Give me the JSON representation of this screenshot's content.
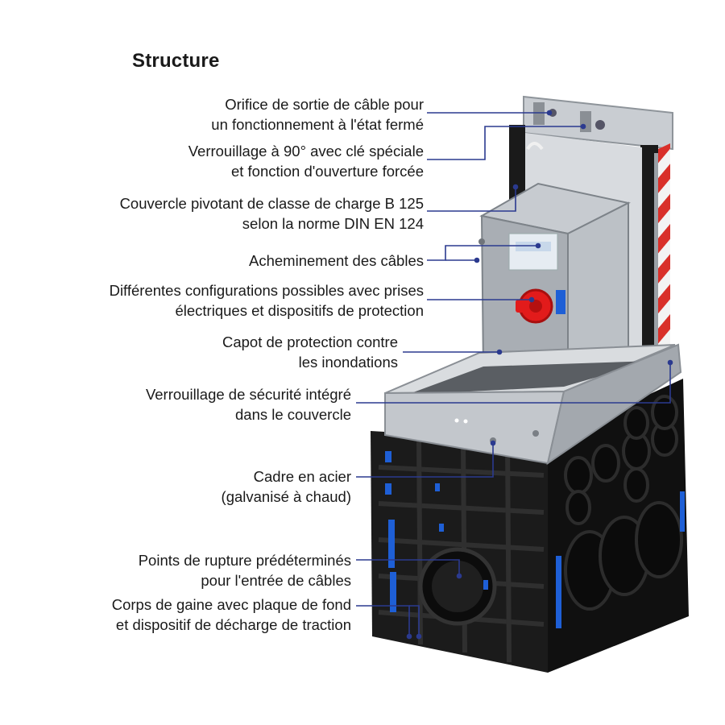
{
  "title": "Structure",
  "colors": {
    "leader_line": "#2b3a8f",
    "accent_blue": "#1e5fd6",
    "socket_red": "#e21b1b",
    "warning_red": "#d9302a",
    "body_black": "#151515",
    "steel": "#b9bec4"
  },
  "labels": [
    {
      "line1": "Orifice de sortie de câble pour",
      "line2": "un fonctionnement à l'état fermé"
    },
    {
      "line1": "Verrouillage à 90° avec clé spéciale",
      "line2": "et fonction d'ouverture forcée"
    },
    {
      "line1": "Couvercle pivotant de classe de charge B 125",
      "line2": "selon la norme DIN EN 124"
    },
    {
      "line1": "Acheminement des câbles"
    },
    {
      "line1": "Différentes configurations possibles avec prises",
      "line2": "électriques et dispositifs de protection"
    },
    {
      "line1": "Capot de protection contre",
      "line2": "les inondations"
    },
    {
      "line1": "Verrouillage de sécurité intégré",
      "line2": "dans le couvercle"
    },
    {
      "line1": "Cadre en acier",
      "line2": "(galvanisé à chaud)"
    },
    {
      "line1": "Points de rupture prédéterminés",
      "line2": "pour l'entrée de câbles"
    },
    {
      "line1": "Corps de gaine avec plaque de fond",
      "line2": "et dispositif de décharge de traction"
    }
  ]
}
